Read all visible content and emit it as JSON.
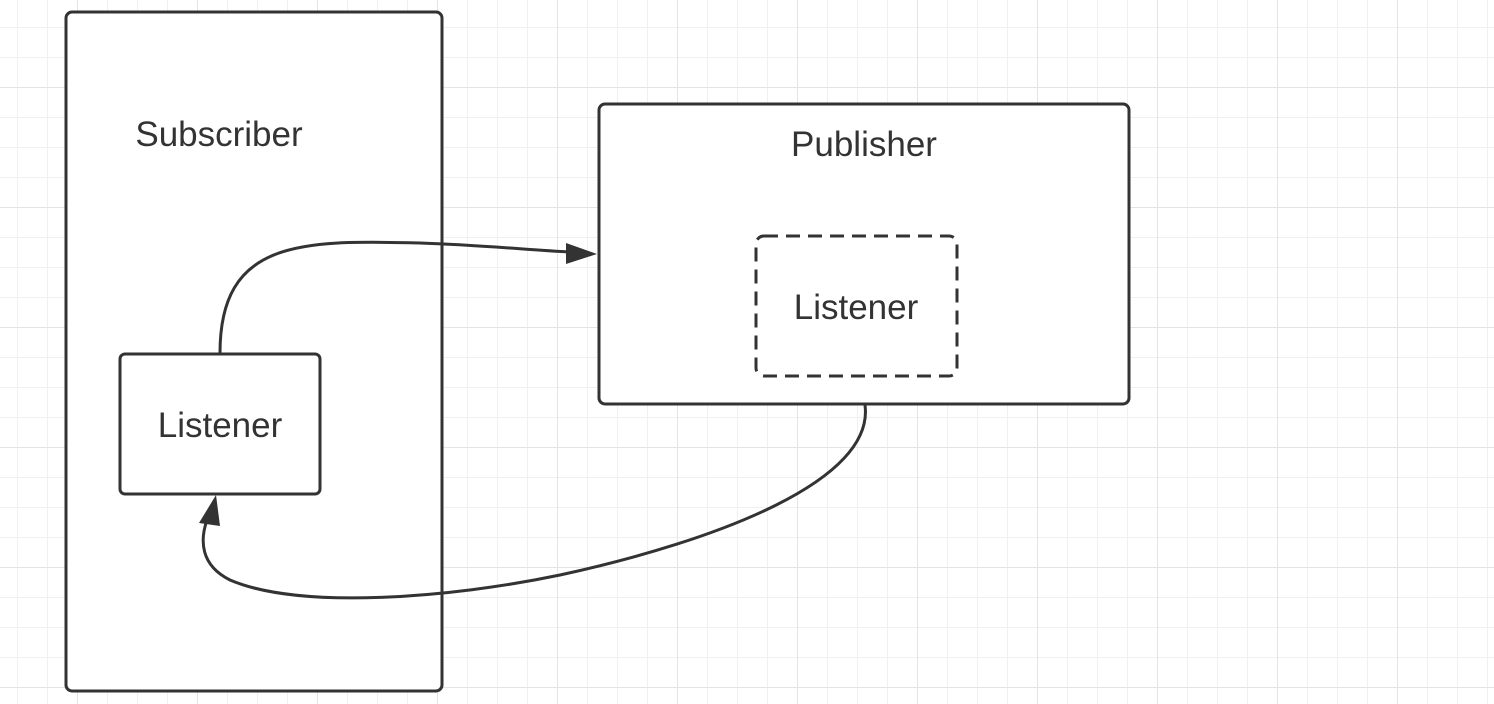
{
  "diagram": {
    "title": "Subscriber / Publisher Listener pattern",
    "colors": {
      "stroke": "#333333",
      "background": "#ffffff",
      "grid_minor": "#f0f0f0",
      "grid_major": "#e4e4e4"
    },
    "nodes": {
      "subscriber": {
        "label": "Subscriber",
        "style": "solid"
      },
      "subscriber_listener": {
        "label": "Listener",
        "style": "solid"
      },
      "publisher": {
        "label": "Publisher",
        "style": "solid"
      },
      "publisher_listener": {
        "label": "Listener",
        "style": "dashed"
      }
    },
    "edges": [
      {
        "from": "subscriber_listener",
        "to": "publisher",
        "arrow": "end"
      },
      {
        "from": "publisher",
        "to": "subscriber_listener",
        "arrow": "end"
      }
    ]
  }
}
